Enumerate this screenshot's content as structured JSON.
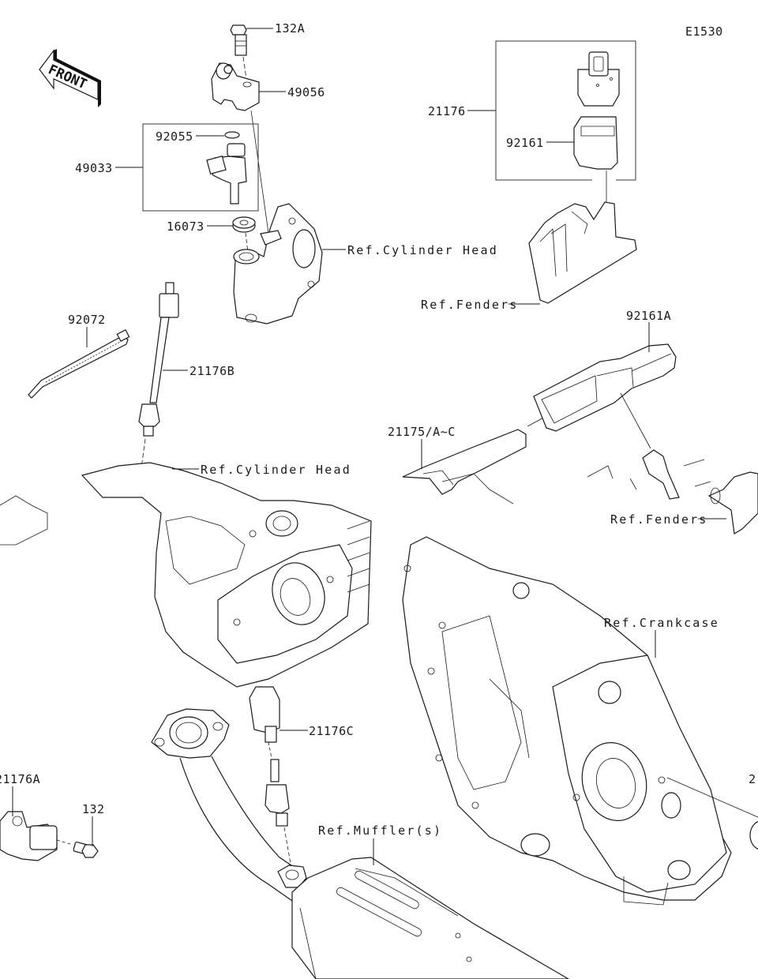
{
  "diagram": {
    "code": "E1530",
    "orientation_marker": "FRONT",
    "callouts": [
      {
        "id": "132A",
        "label": "132A"
      },
      {
        "id": "49056",
        "label": "49056"
      },
      {
        "id": "92055",
        "label": "92055"
      },
      {
        "id": "49033",
        "label": "49033"
      },
      {
        "id": "16073",
        "label": "16073"
      },
      {
        "id": "ref-cylinder-head-1",
        "label": "Ref.Cylinder Head"
      },
      {
        "id": "21176",
        "label": "21176"
      },
      {
        "id": "92161",
        "label": "92161"
      },
      {
        "id": "ref-fenders-1",
        "label": "Ref.Fenders"
      },
      {
        "id": "92072",
        "label": "92072"
      },
      {
        "id": "21176B",
        "label": "21176B"
      },
      {
        "id": "92161A",
        "label": "92161A"
      },
      {
        "id": "21175",
        "label": "21175/A~C"
      },
      {
        "id": "ref-cylinder-head-2",
        "label": "Ref.Cylinder Head"
      },
      {
        "id": "ref-fenders-2",
        "label": "Ref.Fenders"
      },
      {
        "id": "ref-crankcase",
        "label": "Ref.Crankcase"
      },
      {
        "id": "21176C",
        "label": "21176C"
      },
      {
        "id": "21176A",
        "label": "21176A"
      },
      {
        "id": "132",
        "label": "132"
      },
      {
        "id": "ref-mufflers",
        "label": "Ref.Muffler(s)"
      },
      {
        "id": "partial-right",
        "label": "2"
      }
    ]
  }
}
